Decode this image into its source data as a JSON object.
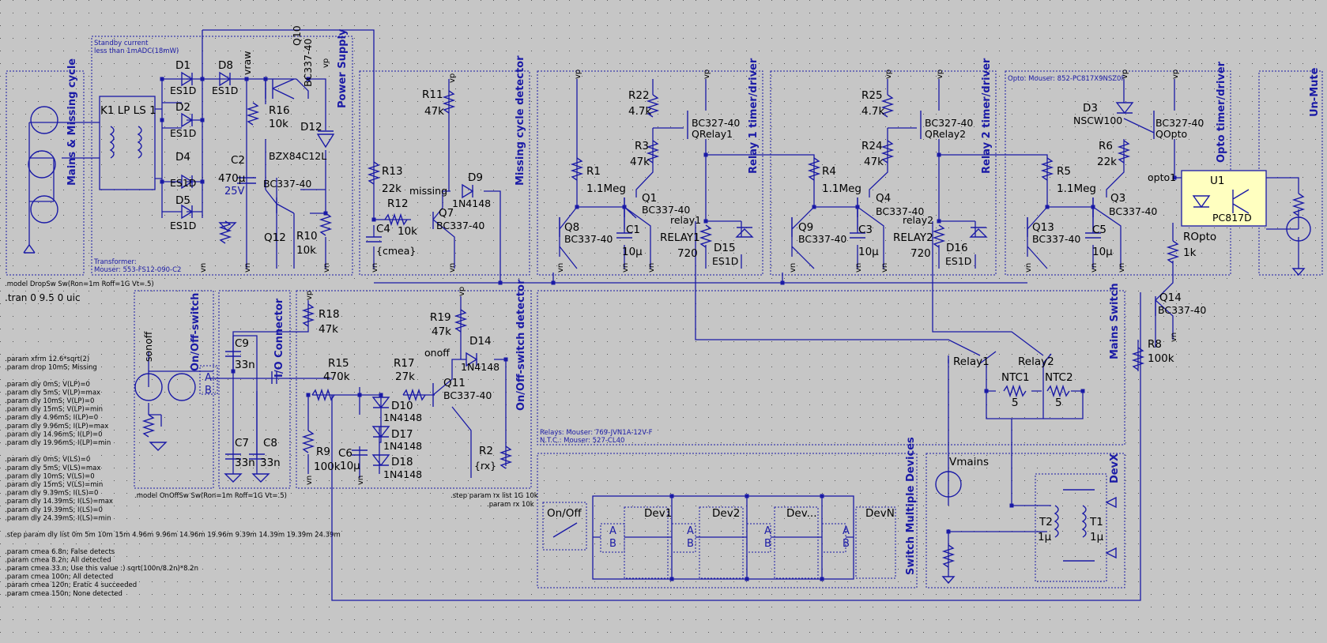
{
  "blocks": {
    "mains": "Mains & Missing cycle",
    "power": "Power Supply",
    "missing": "Missing cycle detector",
    "relay1": "Relay 1 timer/driver",
    "relay2": "Relay 2 timer/driver",
    "opto": "Opto timer/driver",
    "unmute": "Un-Mute",
    "onoff": "On/Off-switch",
    "io": "I/O Connector",
    "onoffdet": "On/Off-switch detector",
    "mainsw": "Mains Switch",
    "multi": "Switch Multiple Devices",
    "devx": "DevX"
  },
  "notes": {
    "standby1": "Standby current",
    "standby2": "less than 1mADC(18mW)",
    "transformer1": "Transformer:",
    "transformer2": "Mouser: 553-FS12-090-C2",
    "opto_part": "Opto: Mouser: 852-PC817X9NSZ0F",
    "relays_part": "Relays: Mouser: 769-JVN1A-12V-F",
    "ntc_part": "N.T.C.: Mouser: 527-CL40",
    "model_drop": ".model DropSw Sw(Ron=1m Roff=1G Vt=.5)",
    "tran": ".tran 0 9.5 0 uic",
    "model_onoff": ".model OnOffSw Sw(Ron=1m Roff=1G Vt=.5)",
    "step_rx": ".step param rx list 1G 10k",
    "param_rx": ".param rx 10k"
  },
  "directives": [
    ".param xfrm 12.6*sqrt(2)",
    ".param drop 10mS; Missing",
    "",
    ".param dly 0mS; V(LP)=0",
    ".param dly 5mS; V(LP)=max",
    ".param dly 10mS; V(LP)=0",
    ".param dly 15mS; V(LP)=min",
    ".param dly 4.96mS; I(LP)=0",
    ".param dly 9.96mS; I(LP)=max",
    ".param dly 14.96mS; I(LP)=0",
    ".param dly 19.96mS; I(LP)=min",
    "",
    ".param dly 0mS; V(LS)=0",
    ".param dly 5mS; V(LS)=max",
    ".param dly 10mS; V(LS)=0",
    ".param dly 15mS; V(LS)=min",
    ".param dly 9.39mS; I(LS)=0",
    ".param dly 14.39mS; I(LS)=max",
    ".param dly 19.39mS; I(LS)=0",
    ".param dly 24.39mS; I(LS)=min",
    "",
    ".step param dly list 0m 5m 10m 15m 4.96m 9.96m 14.96m 19.96m 9.39m 14.39m 19.39m 24.39m",
    "",
    ".param cmea 6.8n; False detects",
    ".param cmea 8.2n; All detected",
    ".param cmea 33.n; Use this value :) sqrt(100n/8.2n)*8.2n",
    ".param cmea 100n; All detected",
    ".param cmea 120n; Eratic 4 succeeded",
    ".param cmea 150n; None detected"
  ],
  "labels": {
    "k1": "K1 LP LS 1",
    "d1": "D1",
    "d2": "D2",
    "d4": "D4",
    "d5": "D5",
    "d8": "D8",
    "es1d": "ES1D",
    "vraw": "vraw",
    "vp": "vp",
    "vn": "vn",
    "q10": "Q10",
    "q10t": "BC337-40",
    "r16": "R16",
    "r16v": "10k",
    "d12": "D12",
    "d12t": "BZX84C12L",
    "c2": "C2",
    "c2v": "470µ",
    "c2vv": "25V",
    "q12": "Q12",
    "q12t": "BC337-40",
    "r10": "R10",
    "r10v": "10k",
    "r13": "R13",
    "r13v": "22k",
    "r12": "R12",
    "r12v": "10k",
    "c4": "C4",
    "c4v": "{cmea}",
    "r11": "R11",
    "r11v": "47k",
    "missing": "missing",
    "d9": "D9",
    "d9t": "1N4148",
    "q7": "Q7",
    "q7t": "BC337-40",
    "r22": "R22",
    "r22v": "4.7k",
    "r3": "R3",
    "r3v": "47k",
    "r1": "R1",
    "r1v": "1.1Meg",
    "q1": "Q1",
    "q1t": "BC337-40",
    "q8": "Q8",
    "q8t": "BC337-40",
    "c1": "C1",
    "c1v": "10µ",
    "qrelay1": "BC327-40",
    "qrelay1n": "QRelay1",
    "relay1n": "relay1",
    "relay1": "RELAY1",
    "relay1v": "720",
    "d15": "D15",
    "d15t": "ES1D",
    "r25": "R25",
    "r25v": "4.7k",
    "r24": "R24",
    "r24v": "47k",
    "r4": "R4",
    "r4v": "1.1Meg",
    "q4": "Q4",
    "q4t": "BC337-40",
    "q9": "Q9",
    "q9t": "BC337-40",
    "c3": "C3",
    "c3v": "10µ",
    "qrelay2": "BC327-40",
    "qrelay2n": "QRelay2",
    "relay2n": "relay2",
    "relay2": "RELAY2",
    "relay2v": "720",
    "d16": "D16",
    "d16t": "ES1D",
    "d3": "D3",
    "d3t": "NSCW100",
    "r6": "R6",
    "r6v": "22k",
    "r5": "R5",
    "r5v": "1.1Meg",
    "q3": "Q3",
    "q3t": "BC337-40",
    "q13": "Q13",
    "q13t": "BC337-40",
    "c5": "C5",
    "c5v": "10µ",
    "qopto": "BC327-40",
    "qopton": "QOpto",
    "opto1": "opto1",
    "u1": "U1",
    "u1t": "PC817D",
    "ropto": "ROpto",
    "roptov": "1k",
    "q14": "Q14",
    "q14t": "BC337-40",
    "r8": "R8",
    "r8v": "100k",
    "sonoff": "sonoff",
    "a": "A",
    "b": "B",
    "c9": "C9",
    "c9v": "33n",
    "c7": "C7",
    "c7v": "33n",
    "c8": "C8",
    "c8v": "33n",
    "r18": "R18",
    "r18v": "47k",
    "r15": "R15",
    "r15v": "470k",
    "r17": "R17",
    "r17v": "27k",
    "r19": "R19",
    "r19v": "47k",
    "onoffn": "onoff",
    "d14": "D14",
    "d14t": "1N4148",
    "q11": "Q11",
    "q11t": "BC337-40",
    "d10": "D10",
    "d10t": "1N4148",
    "d17": "D17",
    "d17t": "1N4148",
    "d18": "D18",
    "d18t": "1N4148",
    "r9": "R9",
    "r9v": "100k",
    "c6": "C6",
    "c6v": "10µ",
    "r2": "R2",
    "r2v": "{rx}",
    "relay1sw": "Relay1",
    "relay2sw": "Relay2",
    "ntc1": "NTC1",
    "ntc1v": "5",
    "ntc2": "NTC2",
    "ntc2v": "5",
    "vmains": "Vmains",
    "t2": "T2",
    "t2v": "1µ",
    "t1": "T1",
    "t1v": "1µ",
    "onoffsw": "On/Off",
    "dev1": "Dev1",
    "dev2": "Dev2",
    "devdots": "Dev...",
    "devn": "DevN"
  }
}
